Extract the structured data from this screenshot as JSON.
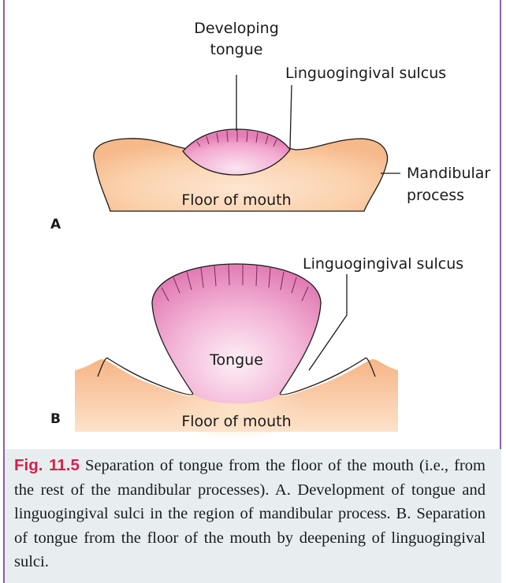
{
  "panel_a": {
    "letter": "A",
    "label_developing_tongue_line1": "Developing",
    "label_developing_tongue_line2": "tongue",
    "label_sulcus": "Linguogingival sulcus",
    "label_mandibular_line1": "Mandibular",
    "label_mandibular_line2": "process",
    "label_floor": "Floor of mouth"
  },
  "panel_b": {
    "letter": "B",
    "label_sulcus": "Linguogingival sulcus",
    "label_tongue": "Tongue",
    "label_floor": "Floor of mouth"
  },
  "caption": {
    "figure_number": "Fig. 11.5",
    "text": "Separation of tongue from the floor of the mouth (i.e., from the rest of the mandibular processes). A. Development of tongue and linguogingival sulci in the region of mandibular process. B. Separation of tongue from the floor of the mouth by deepening of linguogingival sulci."
  },
  "colors": {
    "frame": "#8b5fa3",
    "tissue": "#f9c9a2",
    "tongue": "#ec8fc0",
    "caption_bg": "#e8eef0",
    "figure_number": "#d6204a"
  }
}
